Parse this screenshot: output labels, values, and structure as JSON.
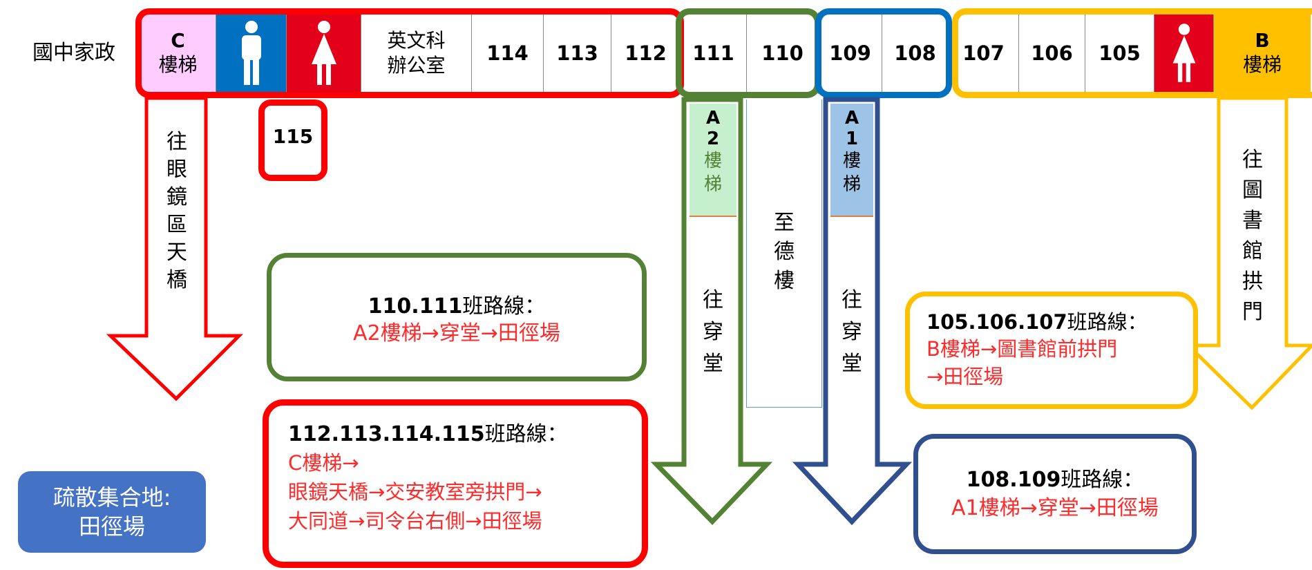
{
  "corridor": {
    "left_room": "國中家政",
    "stair_c": {
      "letter": "C",
      "word": "樓梯"
    },
    "english_office": {
      "line1": "英文科",
      "line2": "辦公室"
    },
    "rooms": [
      "114",
      "113",
      "112",
      "111",
      "110",
      "109",
      "108",
      "107",
      "106",
      "105"
    ],
    "stair_b": {
      "letter": "B",
      "word": "樓梯"
    },
    "room_115": "115"
  },
  "stairs": {
    "a2": {
      "letter": "A",
      "digit": "2",
      "c1": "樓",
      "c2": "梯"
    },
    "a1": {
      "letter": "A",
      "digit": "1",
      "c1": "樓",
      "c2": "梯"
    }
  },
  "arrows": {
    "c_chars": [
      "往",
      "眼",
      "鏡",
      "區",
      "天",
      "橋"
    ],
    "a2_chars": [
      "往",
      "穿",
      "堂"
    ],
    "zhide_chars": [
      "至",
      "德",
      "樓"
    ],
    "a1_chars": [
      "往",
      "穿",
      "堂"
    ],
    "b_chars": [
      "往",
      "圖",
      "書",
      "館",
      "拱",
      "門"
    ]
  },
  "routes": {
    "r110": {
      "classes": "110.111",
      "suffix": "班路線：",
      "path": "A2樓梯→穿堂→田徑場"
    },
    "r112": {
      "classes": "112.113.114.115",
      "suffix": "班路線：",
      "line1": "C樓梯→",
      "line2": "眼鏡天橋→交安教室旁拱門→",
      "line3": "大同道→司令台右側→田徑場"
    },
    "r105": {
      "classes": "105.106.107",
      "suffix": "班路線：",
      "line1": "B樓梯→圖書館前拱門",
      "line2": "→田徑場"
    },
    "r108": {
      "classes": "108.109",
      "suffix": "班路線：",
      "path": "A1樓梯→穿堂→田徑場"
    }
  },
  "assembly": {
    "line1": "疏散集合地:",
    "line2": "田徑場"
  },
  "colors": {
    "red": "#ff0000",
    "green": "#548235",
    "blue": "#0070c0",
    "navy": "#2f4f8f",
    "yellow": "#ffc000",
    "pink": "#ffccff",
    "route_text": "#ff2a2a",
    "assembly_bg": "#4472c4"
  }
}
